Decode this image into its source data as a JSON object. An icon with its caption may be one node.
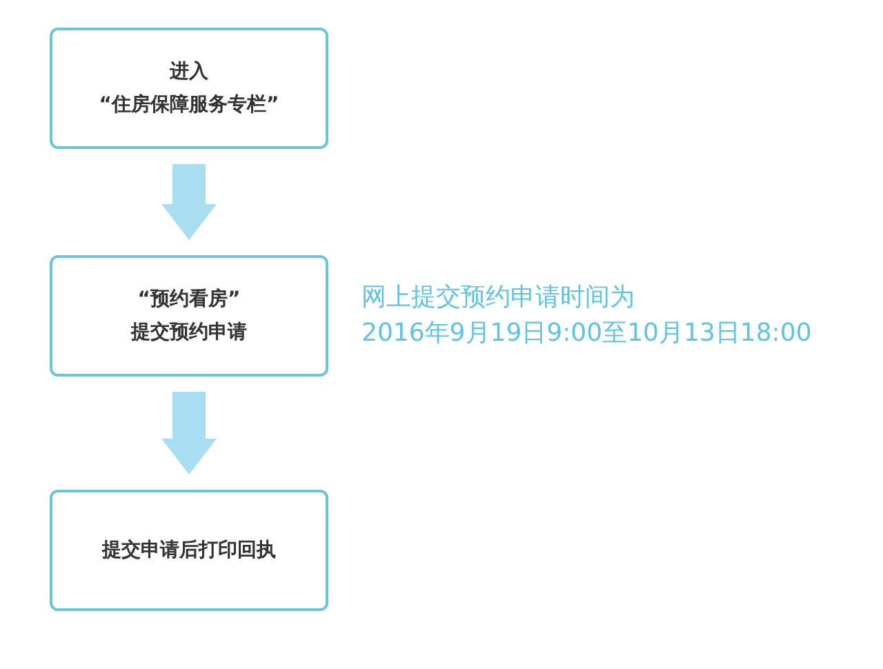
{
  "diagram": {
    "nodes": [
      {
        "text": [
          "进入",
          "“住房保障服务专栏”"
        ]
      },
      {
        "text": [
          "“预约看房”",
          "提交预约申请"
        ],
        "beside": [
          "网上提交预约申请时间为",
          "2016年9月19日9:00至10月13日18:00"
        ]
      },
      {
        "text": [
          "提交申请后打印回执"
        ]
      }
    ],
    "edges": [
      {
        "from": 0,
        "to": 1,
        "arrow": "to"
      },
      {
        "from": 1,
        "to": 2,
        "arrow": "to"
      }
    ]
  }
}
